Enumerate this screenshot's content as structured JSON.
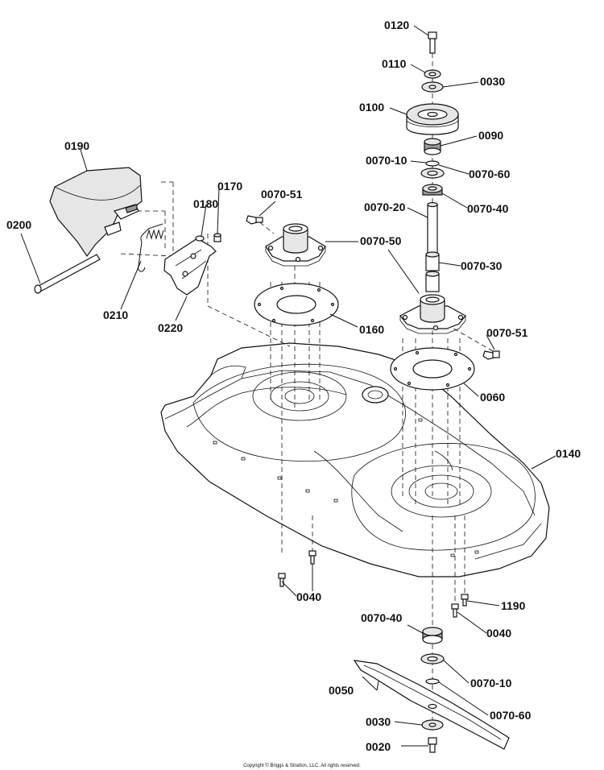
{
  "labels": {
    "p0120": "0120",
    "p0110": "0110",
    "p0030_top": "0030",
    "p0100": "0100",
    "p0090": "0090",
    "p0070_10_top": "0070-10",
    "p0070_60_top": "0070-60",
    "p0070_40_top": "0070-40",
    "p0070_20": "0070-20",
    "p0070_51_left": "0070-51",
    "p0070_50": "0070-50",
    "p0070_30": "0070-30",
    "p0070_51_right": "0070-51",
    "p0160": "0160",
    "p0060": "0060",
    "p0140": "0140",
    "p0190": "0190",
    "p0170": "0170",
    "p0180": "0180",
    "p0200": "0200",
    "p0210": "0210",
    "p0220": "0220",
    "p0040_left": "0040",
    "p1190": "1190",
    "p0040_right": "0040",
    "p0070_40_bottom": "0070-40",
    "p0050": "0050",
    "p0070_10_bottom": "0070-10",
    "p0070_60_bottom": "0070-60",
    "p0030_bottom": "0030",
    "p0020": "0020"
  },
  "copyright": "Copyright © Briggs & Stratton, LLC. All rights reserved."
}
